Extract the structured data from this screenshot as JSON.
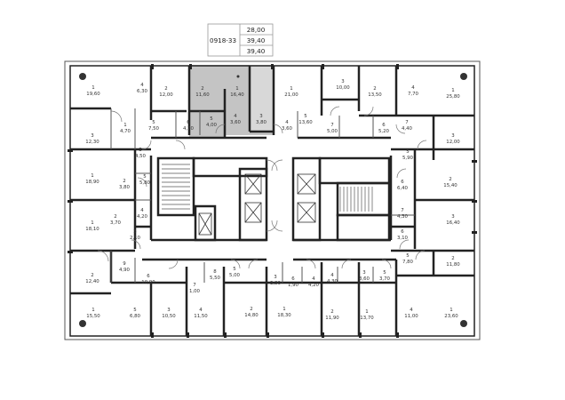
{
  "unit_tag": {
    "code": "0918-33",
    "areas": [
      "28,00",
      "39,40",
      "39,40"
    ]
  },
  "colors": {
    "highlight": "#c4c4c4",
    "wall": "#222222",
    "line": "#555555"
  },
  "rooms": [
    {
      "id": "r1",
      "num": "1",
      "area": "19,60"
    },
    {
      "id": "r2",
      "num": "4",
      "area": "6,30"
    },
    {
      "id": "r3",
      "num": "2",
      "area": "12,00"
    },
    {
      "id": "r4",
      "num": "2",
      "area": "11,60",
      "hl": true
    },
    {
      "id": "r5",
      "num": "1",
      "area": "16,40",
      "hl": true
    },
    {
      "id": "r6",
      "num": "4",
      "area": "3,60",
      "hl": true
    },
    {
      "id": "r7",
      "num": "3",
      "area": "3,80",
      "hl": true
    },
    {
      "id": "r8",
      "num": "5",
      "area": "4,00",
      "hl": true
    },
    {
      "id": "r9",
      "num": "1",
      "area": "21,00"
    },
    {
      "id": "r10",
      "num": "3",
      "area": "10,00"
    },
    {
      "id": "r11",
      "num": "2",
      "area": "13,50"
    },
    {
      "id": "r12",
      "num": "4",
      "area": "7,70"
    },
    {
      "id": "r13",
      "num": "1",
      "area": "25,80"
    },
    {
      "id": "r14",
      "num": "1",
      "area": "4,70"
    },
    {
      "id": "r15",
      "num": "5",
      "area": "7,50"
    },
    {
      "id": "r16",
      "num": "6",
      "area": "4,70"
    },
    {
      "id": "r17",
      "num": "4",
      "area": "3,60"
    },
    {
      "id": "r18",
      "num": "5",
      "area": "13,60"
    },
    {
      "id": "r19",
      "num": "7",
      "area": "5,00"
    },
    {
      "id": "r20",
      "num": "6",
      "area": "5,20"
    },
    {
      "id": "r21",
      "num": "7",
      "area": "4,40"
    },
    {
      "id": "r22",
      "num": "3",
      "area": "12,30"
    },
    {
      "id": "r23",
      "num": "3",
      "area": "12,00"
    },
    {
      "id": "r24",
      "num": "3",
      "area": "4,50"
    },
    {
      "id": "r25",
      "num": "5",
      "area": "5,90"
    },
    {
      "id": "r26",
      "num": "1",
      "area": "18,90"
    },
    {
      "id": "r27",
      "num": "2",
      "area": "3,80"
    },
    {
      "id": "r28",
      "num": "5",
      "area": "5,80"
    },
    {
      "id": "r29",
      "num": "6",
      "area": "6,40"
    },
    {
      "id": "r30",
      "num": "2",
      "area": "15,40"
    },
    {
      "id": "r31",
      "num": "1",
      "area": "18,10"
    },
    {
      "id": "r32",
      "num": "2",
      "area": "3,70"
    },
    {
      "id": "r33",
      "num": "4",
      "area": "4,20"
    },
    {
      "id": "r34",
      "num": "7",
      "area": "4,30"
    },
    {
      "id": "r35",
      "num": "3",
      "area": "16,40"
    },
    {
      "id": "r36",
      "num": "3",
      "area": "2,10"
    },
    {
      "id": "r37",
      "num": "6",
      "area": "3,10"
    },
    {
      "id": "r38",
      "num": "5",
      "area": "7,80"
    },
    {
      "id": "r39",
      "num": "2",
      "area": "11,80"
    },
    {
      "id": "r40",
      "num": "2",
      "area": "12,40"
    },
    {
      "id": "r41",
      "num": "9",
      "area": "4,90"
    },
    {
      "id": "r42",
      "num": "6",
      "area": "10,90"
    },
    {
      "id": "r43",
      "num": "8",
      "area": "5,50"
    },
    {
      "id": "r44",
      "num": "5",
      "area": "5,00"
    },
    {
      "id": "r45",
      "num": "3",
      "area": "3,90"
    },
    {
      "id": "r46",
      "num": "6",
      "area": "1,90"
    },
    {
      "id": "r47",
      "num": "4",
      "area": "4,20"
    },
    {
      "id": "r48",
      "num": "4",
      "area": "4,30"
    },
    {
      "id": "r49",
      "num": "3",
      "area": "3,60"
    },
    {
      "id": "r50",
      "num": "5",
      "area": "3,70"
    },
    {
      "id": "r51",
      "num": "7",
      "area": "1,00"
    },
    {
      "id": "r52",
      "num": "1",
      "area": "15,50"
    },
    {
      "id": "r53",
      "num": "5",
      "area": "6,80"
    },
    {
      "id": "r54",
      "num": "3",
      "area": "10,50"
    },
    {
      "id": "r55",
      "num": "4",
      "area": "11,50"
    },
    {
      "id": "r56",
      "num": "2",
      "area": "14,80"
    },
    {
      "id": "r57",
      "num": "1",
      "area": "18,30"
    },
    {
      "id": "r58",
      "num": "2",
      "area": "11,90"
    },
    {
      "id": "r59",
      "num": "1",
      "area": "13,70"
    },
    {
      "id": "r60",
      "num": "4",
      "area": "11,00"
    },
    {
      "id": "r61",
      "num": "1",
      "area": "23,60"
    }
  ]
}
